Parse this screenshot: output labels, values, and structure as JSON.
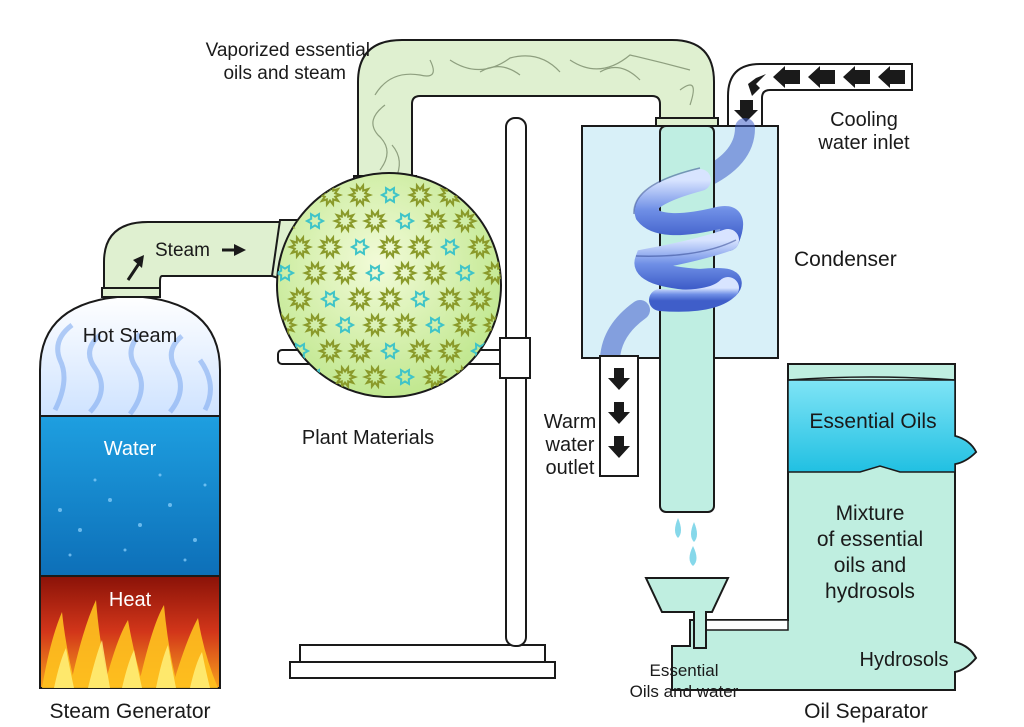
{
  "labels": {
    "vaporized_line1": "Vaporized essential",
    "vaporized_line2": "oils and steam",
    "steam": "Steam",
    "hot_steam": "Hot Steam",
    "water": "Water",
    "heat": "Heat",
    "steam_generator": "Steam Generator",
    "plant_materials": "Plant Materials",
    "cooling_line1": "Cooling",
    "cooling_line2": "water inlet",
    "condenser": "Condenser",
    "warm_line1": "Warm",
    "warm_line2": "water",
    "warm_line3": "outlet",
    "essential_oils": "Essential Oils",
    "mixture_line1": "Mixture",
    "mixture_line2": "of essential",
    "mixture_line3": "oils and",
    "mixture_line4": "hydrosols",
    "hydrosols": "Hydrosols",
    "eow_line1": "Essential",
    "eow_line2": "Oils and water",
    "oil_separator": "Oil Separator"
  },
  "colors": {
    "pipe_green": "#dff0d0",
    "flask_green": "#d8f0a8",
    "condenser_blue": "#d8f0f8",
    "tube_mint": "#bfeee2",
    "coil_blue": "#6f8fe6",
    "water_blue": "#2aa6dd",
    "oil_cyan": "#3fd0ea",
    "heat_red": "#c8281a",
    "flame_yellow": "#ffd23a",
    "separator_mint": "#bfeee0"
  }
}
